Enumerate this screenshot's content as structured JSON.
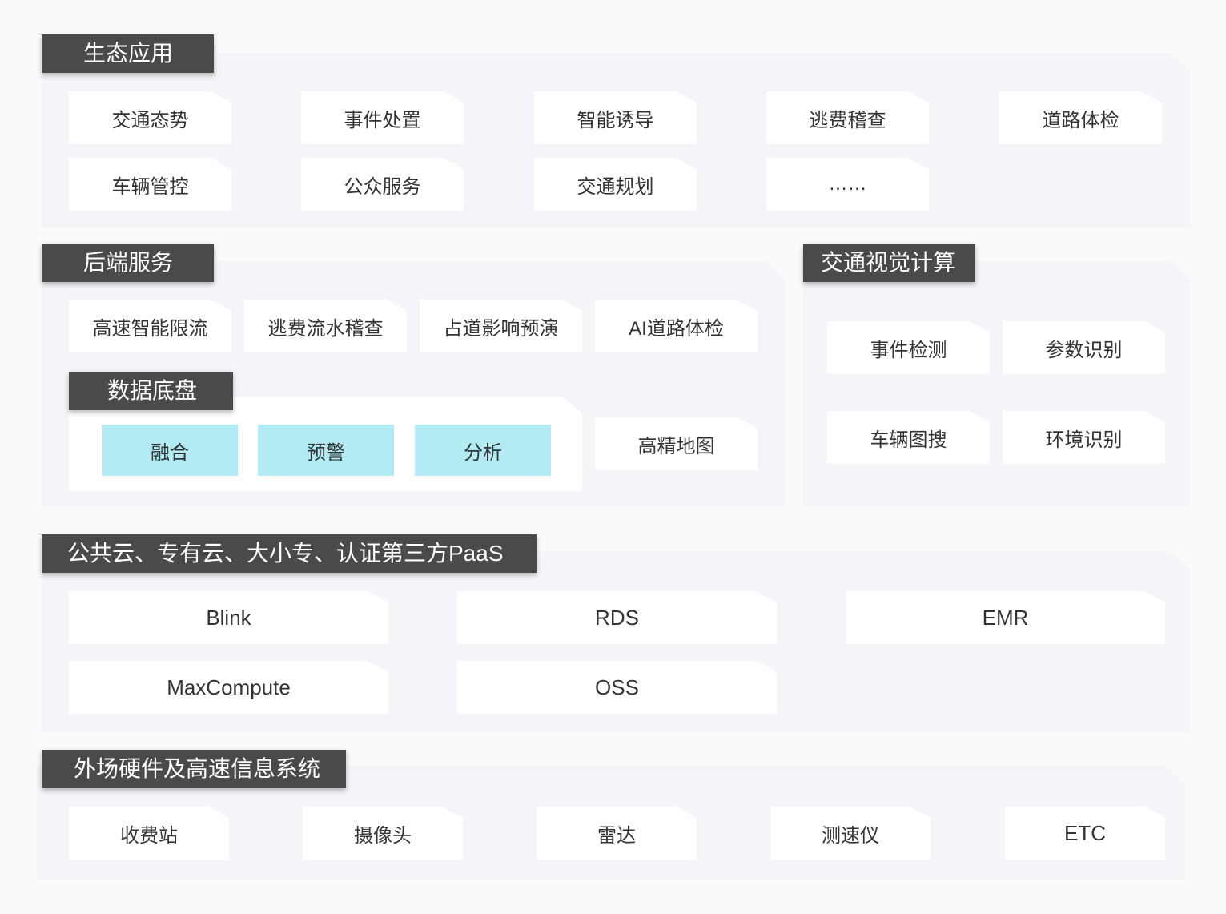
{
  "eco": {
    "title": "生态应用",
    "items": [
      "交通态势",
      "事件处置",
      "智能诱导",
      "逃费稽查",
      "道路体检",
      "车辆管控",
      "公众服务",
      "交通规划",
      "……"
    ]
  },
  "backend": {
    "title": "后端服务",
    "items": [
      "高速智能限流",
      "逃费流水稽查",
      "占道影响预演",
      "AI道路体检"
    ],
    "data_base": {
      "title": "数据底盘",
      "items": [
        "融合",
        "预警",
        "分析"
      ]
    },
    "hd_map": "高精地图"
  },
  "vision": {
    "title": "交通视觉计算",
    "items": [
      "事件检测",
      "参数识别",
      "车辆图搜",
      "环境识别"
    ]
  },
  "cloud": {
    "title": "公共云、专有云、大小专、认证第三方PaaS",
    "items": [
      "Blink",
      "RDS",
      "EMR",
      "MaxCompute",
      "OSS"
    ]
  },
  "hardware": {
    "title": "外场硬件及高速信息系统",
    "items": [
      "收费站",
      "摄像头",
      "雷达",
      "测速仪",
      "ETC"
    ]
  },
  "colors": {
    "header_bg": "#4a4a4a",
    "panel_bg": "#f3f5f8",
    "card_bg": "#ffffff",
    "highlight_bg": "#b2ebf4"
  }
}
